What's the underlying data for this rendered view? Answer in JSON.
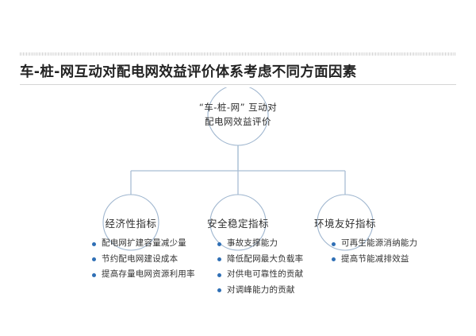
{
  "page": {
    "title": "车-桩-网互动对配电网效益评价体系考虑不同方面因素",
    "background_color": "#ffffff",
    "accent_color": "#2f6fb5",
    "line_color": "#9fb6cf"
  },
  "diagram": {
    "type": "tree",
    "root": {
      "name": "root-node",
      "line1": "“车-桩-网” 互动对",
      "line2": "配电网效益评价"
    },
    "branches": [
      {
        "name": "economic",
        "label": "经济性指标",
        "items": [
          "配电网扩建容量减少量",
          "节约配电网建设成本",
          "提高存量电网资源利用率"
        ]
      },
      {
        "name": "safety-stability",
        "label": "安全稳定指标",
        "items": [
          "事故支撑能力",
          "降低配网最大负载率",
          "对供电可靠性的贡献",
          "对调峰能力的贡献"
        ]
      },
      {
        "name": "environment",
        "label": "环境友好指标",
        "items": [
          "可再生能源消纳能力",
          "提高节能减排效益"
        ]
      }
    ]
  }
}
